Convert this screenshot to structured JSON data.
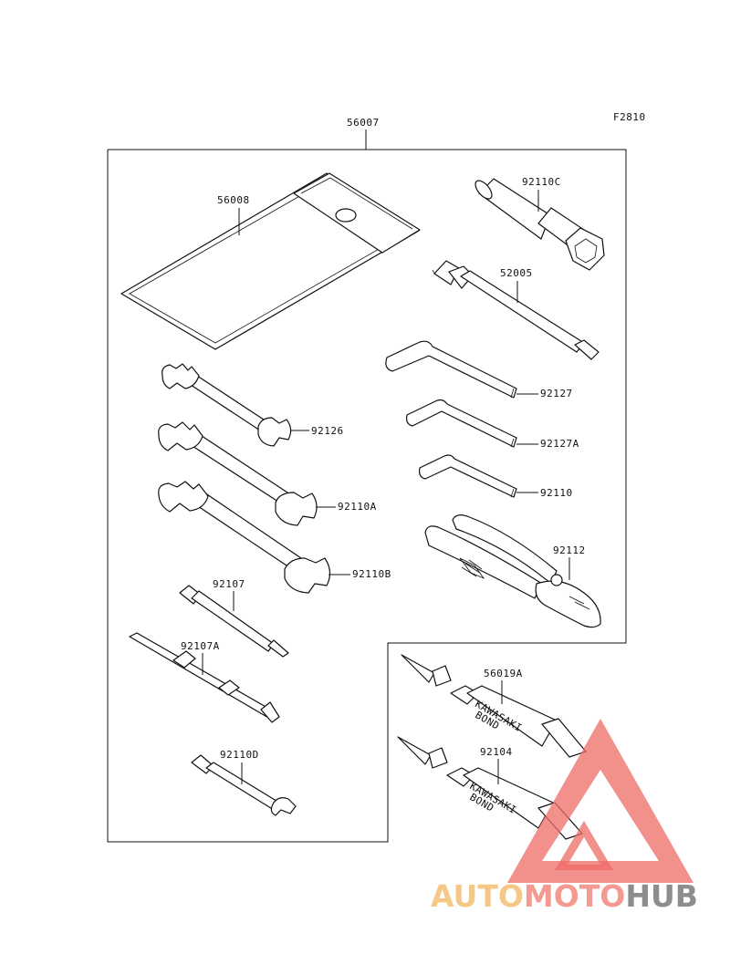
{
  "figure_code": "F2810",
  "kit_label": "56007",
  "parts": {
    "pouch": "56008",
    "spark_wrench": "92110C",
    "tool_52005": "52005",
    "hex_large": "92127",
    "hex_medium": "92127A",
    "hex_small": "92110",
    "wrench_small": "92126",
    "wrench_medium": "92110A",
    "wrench_large": "92110B",
    "pliers": "92112",
    "screwdriver_handle": "92107",
    "screwdriver_bit": "92107A",
    "spanner_bar": "92110D",
    "bond_a": "56019A",
    "bond_b": "92104"
  },
  "tube_text": {
    "line1": "KAWASAKI",
    "line2": "BOND"
  },
  "watermark": {
    "part1": "AUTO",
    "part2": "MOTO",
    "part3": "HUB",
    "colors": {
      "part1": "#f6c887",
      "part2": "#f49a93",
      "part3": "#8d8d8d",
      "triangle": "#ee6b66"
    }
  }
}
